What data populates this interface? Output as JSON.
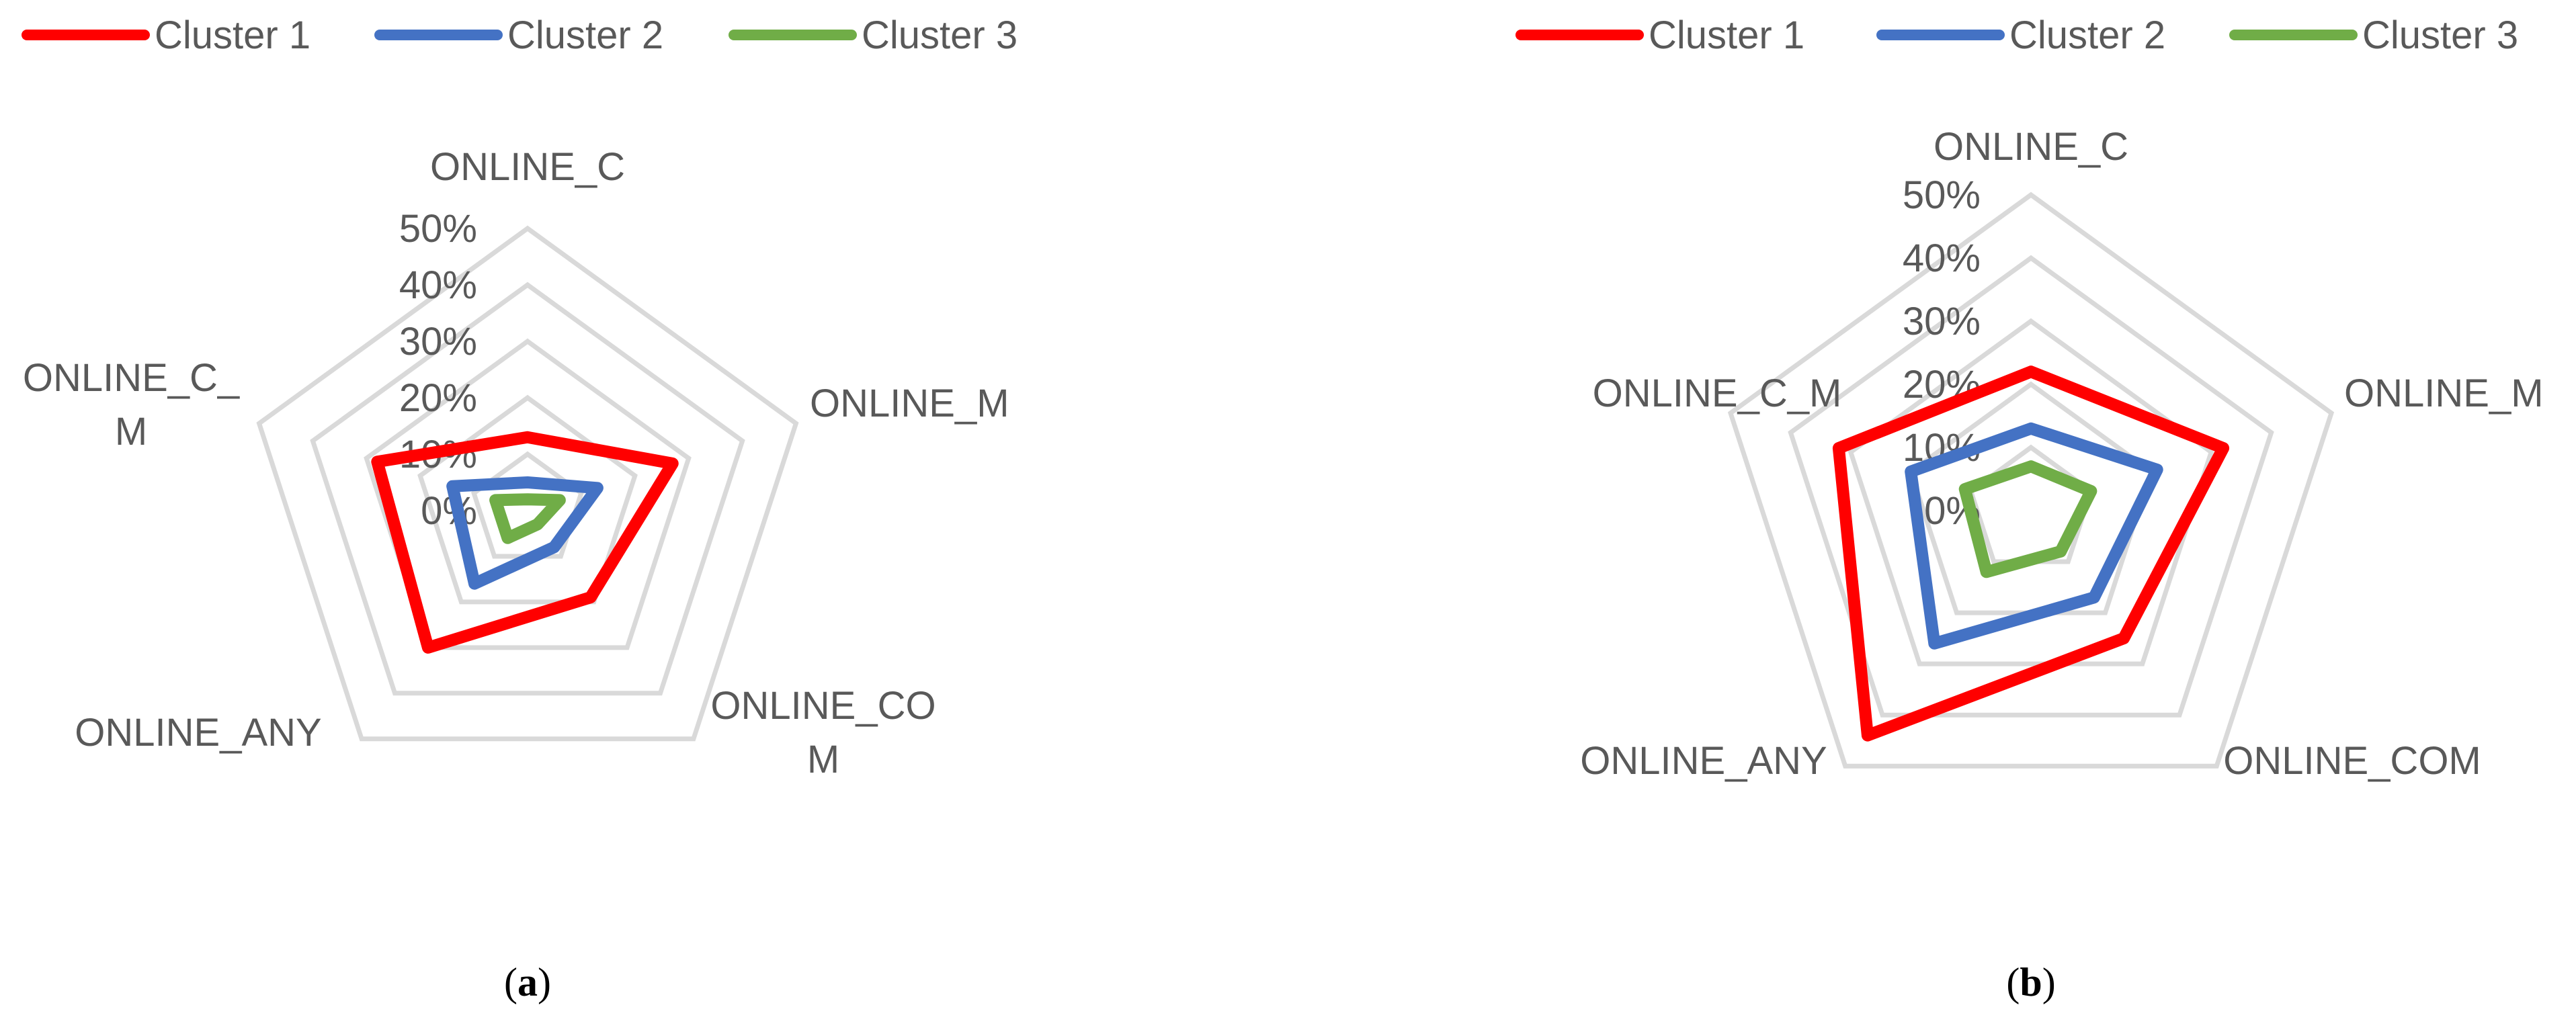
{
  "chart_data": [
    {
      "type": "radar",
      "panel": "(a)",
      "caption": {
        "open": "(",
        "letter": "a",
        "close": ")"
      },
      "axes": [
        {
          "label_lines": [
            "ONLINE_C"
          ]
        },
        {
          "label_lines": [
            "ONLINE_M"
          ]
        },
        {
          "label_lines": [
            "ONLINE_CO",
            "M"
          ]
        },
        {
          "label_lines": [
            "ONLINE_ANY"
          ]
        },
        {
          "label_lines": [
            "ONLINE_C_",
            "M"
          ]
        }
      ],
      "ticks": [
        "0%",
        "10%",
        "20%",
        "30%",
        "40%",
        "50%"
      ],
      "rlim": [
        0,
        50
      ],
      "grid": true,
      "legend_position": "top",
      "series": [
        {
          "name": "Cluster 1",
          "color": "#ff0000",
          "values": [
            13,
            27,
            19,
            30,
            28
          ]
        },
        {
          "name": "Cluster 2",
          "color": "#4472c4",
          "values": [
            5,
            13,
            8,
            16,
            14
          ]
        },
        {
          "name": "Cluster 3",
          "color": "#70ad47",
          "values": [
            2,
            6,
            3,
            6,
            6
          ]
        }
      ]
    },
    {
      "type": "radar",
      "panel": "(b)",
      "caption": {
        "open": "(",
        "letter": "b",
        "close": ")"
      },
      "axes": [
        {
          "label_lines": [
            "ONLINE_C"
          ]
        },
        {
          "label_lines": [
            "ONLINE_M"
          ]
        },
        {
          "label_lines": [
            "ONLINE_COM"
          ]
        },
        {
          "label_lines": [
            "ONLINE_ANY"
          ]
        },
        {
          "label_lines": [
            "ONLINE_C_M"
          ]
        }
      ],
      "ticks": [
        "0%",
        "10%",
        "20%",
        "30%",
        "40%",
        "50%"
      ],
      "rlim": [
        0,
        50
      ],
      "grid": true,
      "legend_position": "top",
      "series": [
        {
          "name": "Cluster 1",
          "color": "#ff0000",
          "values": [
            22,
            32,
            25,
            44,
            32
          ]
        },
        {
          "name": "Cluster 2",
          "color": "#4472c4",
          "values": [
            13,
            21,
            17,
            26,
            20
          ]
        },
        {
          "name": "Cluster 3",
          "color": "#70ad47",
          "values": [
            7,
            10,
            8,
            12,
            11
          ]
        }
      ]
    }
  ]
}
